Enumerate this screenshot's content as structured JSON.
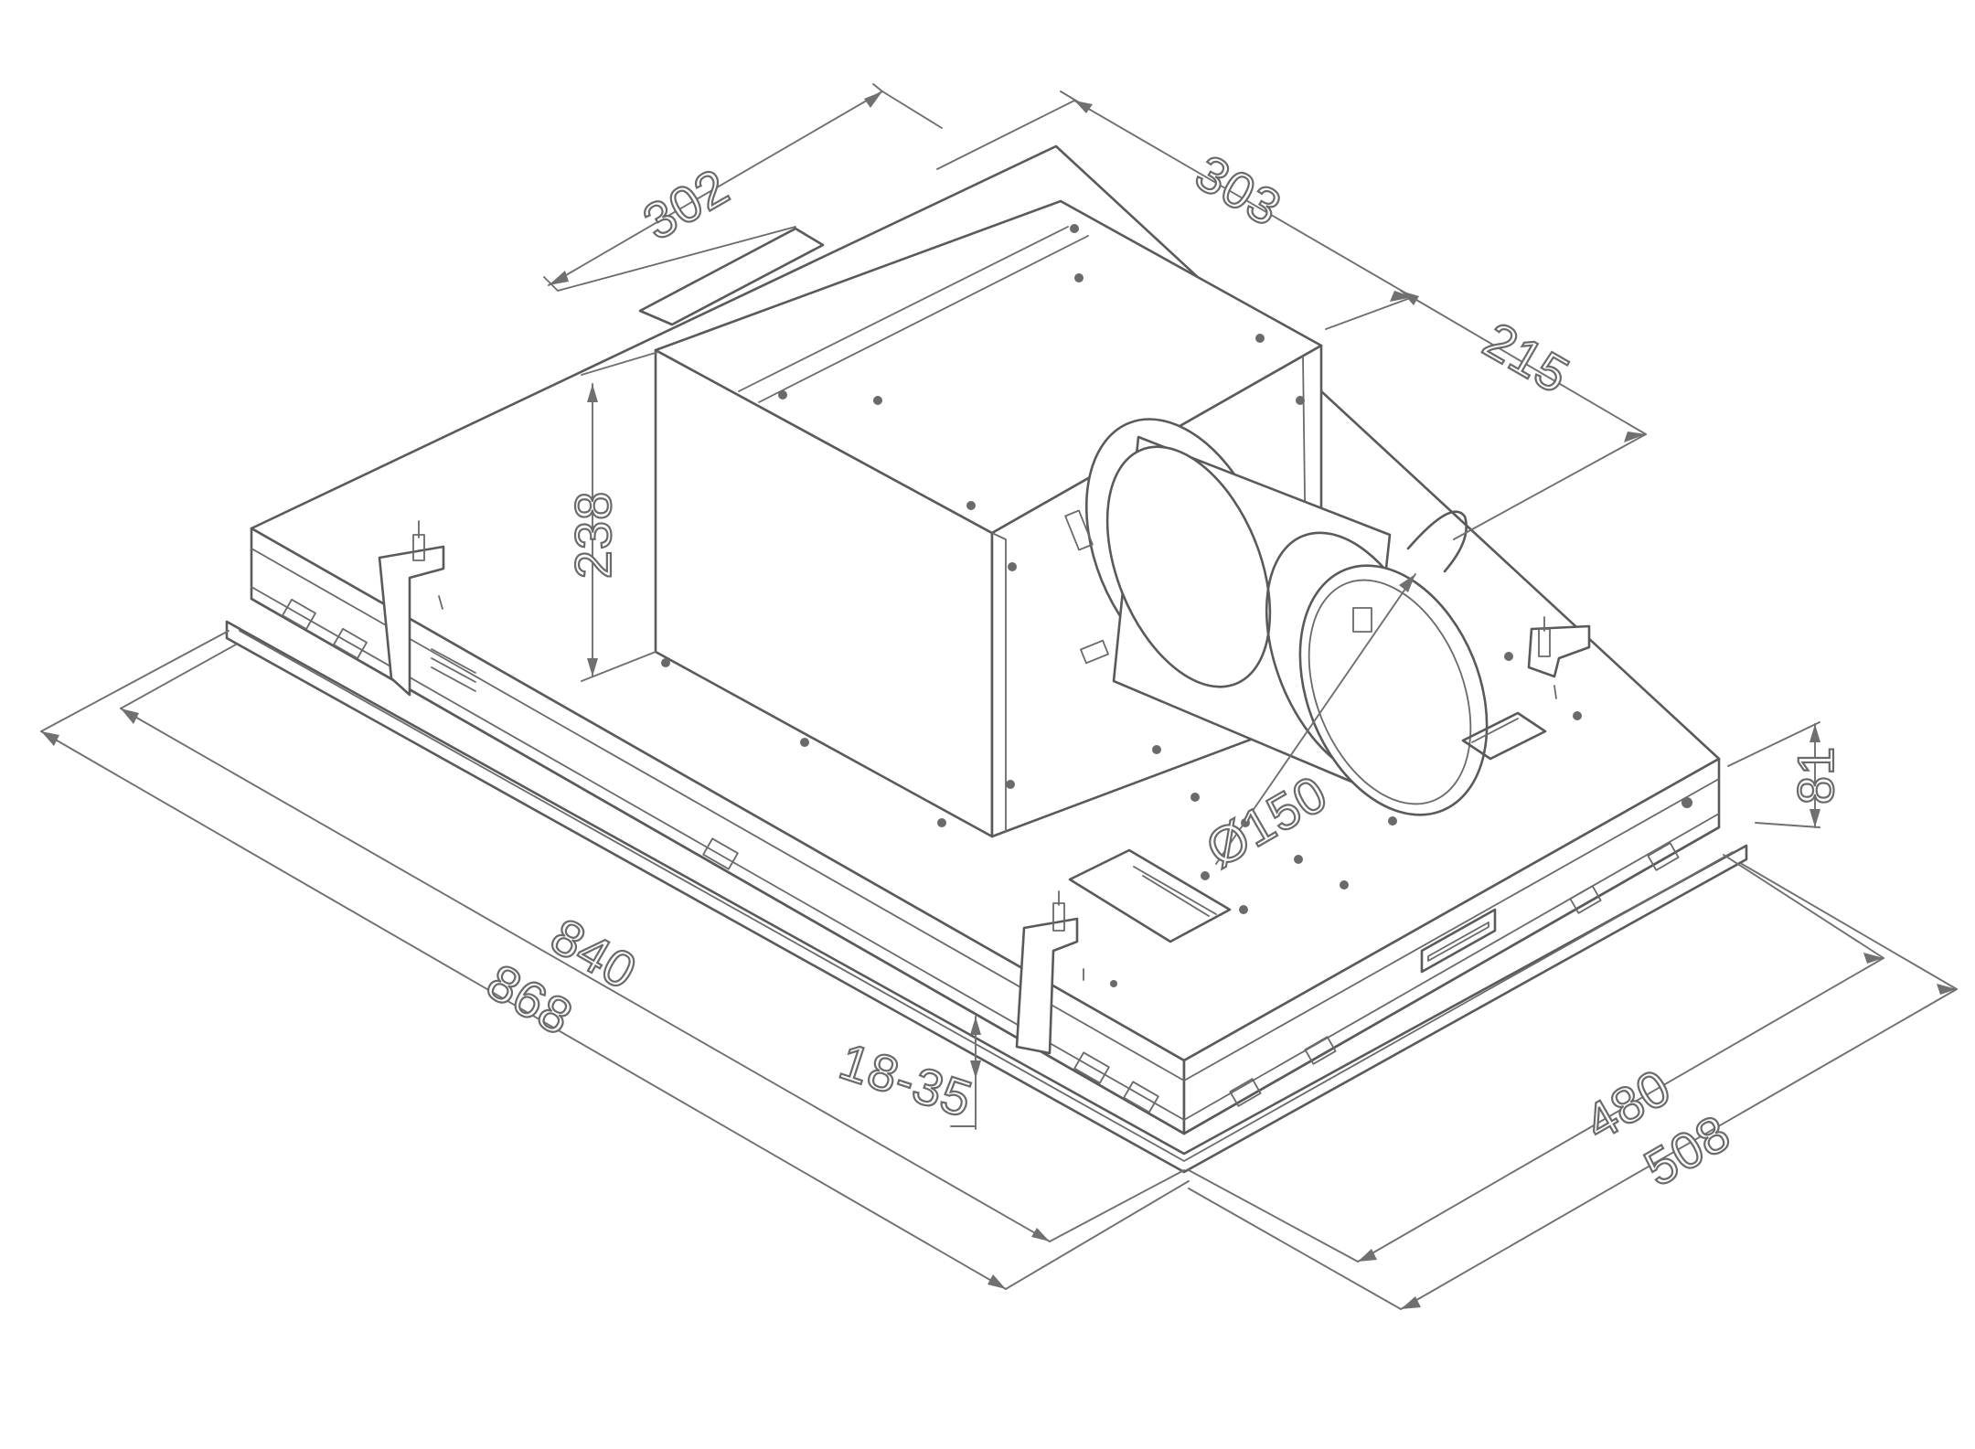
{
  "dimensions": {
    "top_left_width": "302",
    "top_right_depth": "303",
    "outlet_offset": "215",
    "motor_height": "238",
    "outlet_diameter": "Ø150",
    "body_height": "81",
    "inner_length": "840",
    "outer_length": "868",
    "ceiling_thickness": "18-35",
    "inner_depth": "480",
    "outer_depth": "508"
  },
  "colors": {
    "line": "#5a5a5a",
    "dimension": "#707070",
    "background": "#ffffff"
  }
}
